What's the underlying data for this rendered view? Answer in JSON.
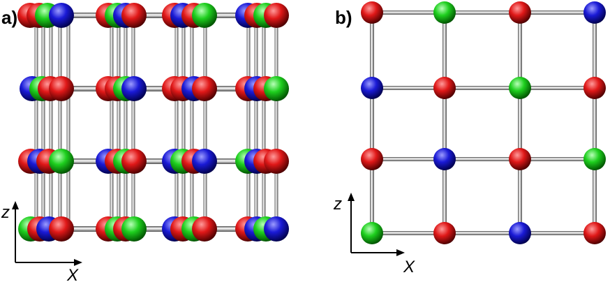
{
  "colors": {
    "red": {
      "light": "#ff9a9a",
      "mid": "#e01818",
      "dark": "#4a0000"
    },
    "green": {
      "light": "#b8ffb8",
      "mid": "#1ecf1e",
      "dark": "#005000"
    },
    "blue": {
      "light": "#9c9cff",
      "mid": "#1a1ad6",
      "dark": "#00004a"
    },
    "bond": {
      "light": "#ffffff",
      "mid": "#bdbdbd",
      "dark": "#4d4d4d"
    }
  },
  "panel_a": {
    "label": "a)",
    "axes": {
      "vertical": "z",
      "horizontal": "X"
    },
    "layer_colors": [
      [
        "red",
        "green",
        "red",
        "blue"
      ],
      [
        "blue",
        "green",
        "red",
        "blue",
        "blue",
        "red",
        "green",
        "blue",
        "red",
        "green"
      ],
      [
        "red",
        "blue",
        "green",
        "red",
        "blue",
        "green",
        "red",
        "green",
        "red",
        "blue"
      ],
      [
        "green",
        "blue",
        "red",
        "green",
        "red",
        "green",
        "blue",
        "red",
        "green",
        "blue"
      ]
    ]
  },
  "panel_b": {
    "label": "b)",
    "axes": {
      "vertical": "z",
      "horizontal": "X"
    },
    "grid_colors": [
      [
        "red",
        "green",
        "red",
        "blue"
      ],
      [
        "blue",
        "red",
        "green",
        "red"
      ],
      [
        "red",
        "blue",
        "red",
        "green"
      ],
      [
        "green",
        "red",
        "blue",
        "red"
      ]
    ]
  }
}
